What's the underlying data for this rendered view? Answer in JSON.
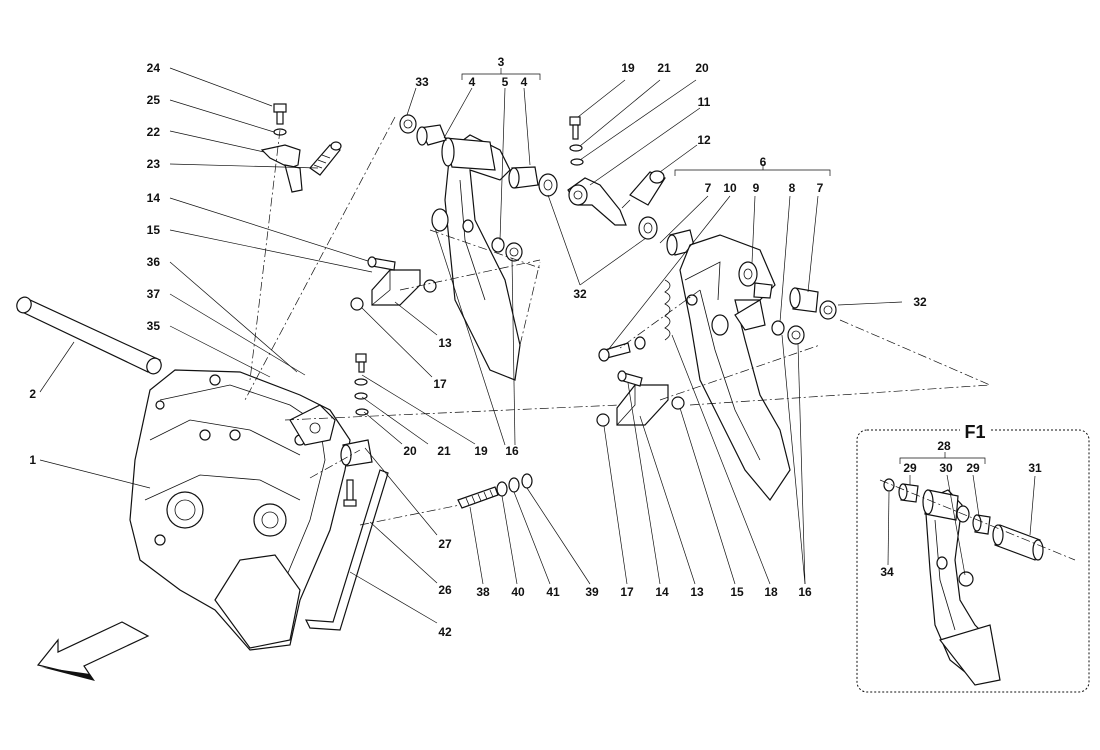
{
  "diagram": {
    "callouts": [
      "1",
      "2",
      "3",
      "4",
      "5",
      "6",
      "7",
      "8",
      "9",
      "10",
      "11",
      "12",
      "13",
      "14",
      "15",
      "16",
      "17",
      "18",
      "19",
      "20",
      "21",
      "22",
      "23",
      "24",
      "25",
      "26",
      "27",
      "28",
      "29",
      "30",
      "31",
      "32",
      "33",
      "34",
      "35",
      "36",
      "37",
      "38",
      "39",
      "40",
      "41",
      "42"
    ],
    "detail_panel": {
      "title": "F1"
    },
    "orientation": "front-direction arrow"
  }
}
